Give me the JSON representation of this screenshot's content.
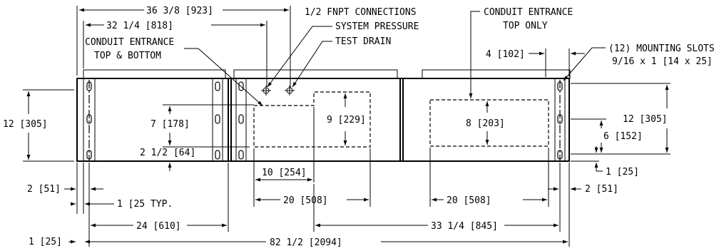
{
  "callouts": {
    "fnpt": "1/2 FNPT CONNECTIONS",
    "system_pressure": "SYSTEM PRESSURE",
    "test_drain": "TEST DRAIN",
    "conduit_top_bottom_1": "CONDUIT ENTRANCE",
    "conduit_top_bottom_2": "TOP & BOTTOM",
    "conduit_top_only_1": "CONDUIT ENTRANCE",
    "conduit_top_only_2": "TOP ONLY",
    "mounting_slots_1": "(12) MOUNTING SLOTS",
    "mounting_slots_2": "9/16 x 1 [14 x 25]"
  },
  "dimensions": {
    "d_36_3_8": "36 3/8 [923]",
    "d_32_1_4": "32 1/4 [818]",
    "d_4": "4 [102]",
    "d_12_left": "12 [305]",
    "d_12_right": "12 [305]",
    "d_7": "7 [178]",
    "d_9": "9 [229]",
    "d_8": "8 [203]",
    "d_6": "6 [152]",
    "d_2_1_2": "2 1/2 [64]",
    "d_1_right": "1 [25]",
    "d_10": "10 [254]",
    "d_2_left": "2 [51]",
    "d_1_typ": "1 [25 TYP.",
    "d_20_left": "20 [508]",
    "d_20_right": "20 [508]",
    "d_2_right": "2 [51]",
    "d_24": "24 [610]",
    "d_33_1_4": "33 1/4 [845]",
    "d_1_left": "1 [25]",
    "d_82_1_2": "82 1/2 [2094]"
  }
}
